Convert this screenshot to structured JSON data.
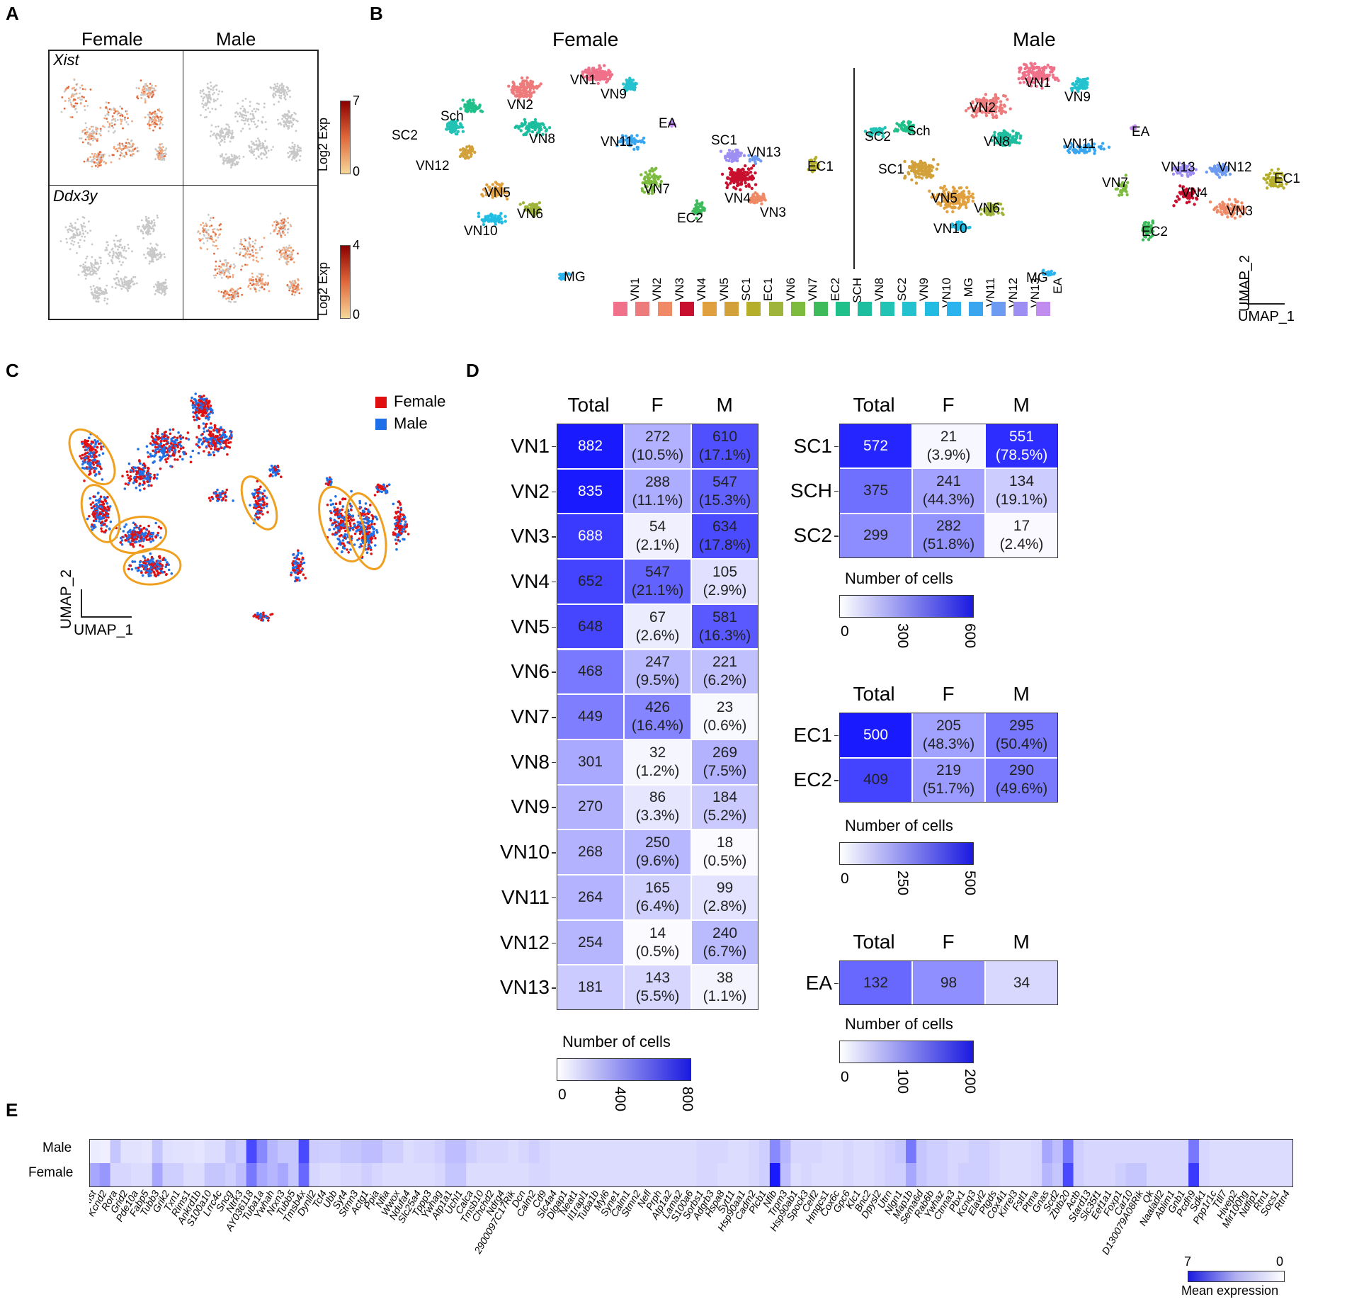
{
  "panels": {
    "A": "A",
    "B": "B",
    "C": "C",
    "D": "D",
    "E": "E"
  },
  "panelA": {
    "col_female": "Female",
    "col_male": "Male",
    "genes": [
      "Xist",
      "Ddx3y"
    ],
    "legend_title": "Log2 Exp",
    "scales": [
      {
        "max": "7",
        "min": "0"
      },
      {
        "max": "4",
        "min": "0"
      }
    ]
  },
  "panelB": {
    "female_title": "Female",
    "male_title": "Male",
    "female_labels": [
      "VN1",
      "VN9",
      "VN2",
      "EA",
      "Sch",
      "SC2",
      "VN8",
      "VN11",
      "VN12",
      "SC1",
      "VN13",
      "EC1",
      "VN5",
      "VN7",
      "VN4",
      "VN6",
      "EC2",
      "VN3",
      "VN10",
      "MG"
    ],
    "male_labels": [
      "VN1",
      "VN9",
      "VN2",
      "EA",
      "SC2",
      "Sch",
      "VN8",
      "VN11",
      "SC1",
      "VN7",
      "VN13",
      "VN12",
      "EC1",
      "VN4",
      "VN5",
      "VN6",
      "VN3",
      "VN10",
      "EC2",
      "MG"
    ],
    "axis_x": "UMAP_1",
    "axis_y": "UMAP_2",
    "legend": [
      {
        "label": "VN1",
        "color": "#F0718A"
      },
      {
        "label": "VN2",
        "color": "#EE7B7B"
      },
      {
        "label": "VN3",
        "color": "#F08A66"
      },
      {
        "label": "VN4",
        "color": "#C8102E"
      },
      {
        "label": "VN5",
        "color": "#E0A040"
      },
      {
        "label": "SC1",
        "color": "#D2A13A"
      },
      {
        "label": "EC1",
        "color": "#B5AE2A"
      },
      {
        "label": "VN6",
        "color": "#9FB43A"
      },
      {
        "label": "VN7",
        "color": "#7DBB3E"
      },
      {
        "label": "EC2",
        "color": "#3DBB5B"
      },
      {
        "label": "SCH",
        "color": "#20C08A"
      },
      {
        "label": "VN8",
        "color": "#1DBE9F"
      },
      {
        "label": "SC2",
        "color": "#22C3B5"
      },
      {
        "label": "VN9",
        "color": "#24C2CF"
      },
      {
        "label": "VN10",
        "color": "#22BCE2"
      },
      {
        "label": "MG",
        "color": "#2AB3EC"
      },
      {
        "label": "VN11",
        "color": "#3AA6F0"
      },
      {
        "label": "VN12",
        "color": "#6E9BF2"
      },
      {
        "label": "VN13",
        "color": "#9C8EF2"
      },
      {
        "label": "EA",
        "color": "#C08CF0"
      }
    ]
  },
  "panelC": {
    "legend": [
      {
        "label": "Female",
        "color": "#E01010"
      },
      {
        "label": "Male",
        "color": "#1F6FE8"
      }
    ],
    "axis_x": "UMAP_1",
    "axis_y": "UMAP_2"
  },
  "panelD": {
    "headers": [
      "Total",
      "F",
      "M"
    ],
    "legend_title": "Number of cells",
    "vn": {
      "rows": [
        {
          "label": "VN1",
          "total": "882",
          "f": "272",
          "fp": "(10.5%)",
          "m": "610",
          "mp": "(17.1%)"
        },
        {
          "label": "VN2",
          "total": "835",
          "f": "288",
          "fp": "(11.1%)",
          "m": "547",
          "mp": "(15.3%)"
        },
        {
          "label": "VN3",
          "total": "688",
          "f": "54",
          "fp": "(2.1%)",
          "m": "634",
          "mp": "(17.8%)"
        },
        {
          "label": "VN4",
          "total": "652",
          "f": "547",
          "fp": "(21.1%)",
          "m": "105",
          "mp": "(2.9%)"
        },
        {
          "label": "VN5",
          "total": "648",
          "f": "67",
          "fp": "(2.6%)",
          "m": "581",
          "mp": "(16.3%)"
        },
        {
          "label": "VN6",
          "total": "468",
          "f": "247",
          "fp": "(9.5%)",
          "m": "221",
          "mp": "(6.2%)"
        },
        {
          "label": "VN7",
          "total": "449",
          "f": "426",
          "fp": "(16.4%)",
          "m": "23",
          "mp": "(0.6%)"
        },
        {
          "label": "VN8",
          "total": "301",
          "f": "32",
          "fp": "(1.2%)",
          "m": "269",
          "mp": "(7.5%)"
        },
        {
          "label": "VN9",
          "total": "270",
          "f": "86",
          "fp": "(3.3%)",
          "m": "184",
          "mp": "(5.2%)"
        },
        {
          "label": "VN10",
          "total": "268",
          "f": "250",
          "fp": "(9.6%)",
          "m": "18",
          "mp": "(0.5%)"
        },
        {
          "label": "VN11",
          "total": "264",
          "f": "165",
          "fp": "(6.4%)",
          "m": "99",
          "mp": "(2.8%)"
        },
        {
          "label": "VN12",
          "total": "254",
          "f": "14",
          "fp": "(0.5%)",
          "m": "240",
          "mp": "(6.7%)"
        },
        {
          "label": "VN13",
          "total": "181",
          "f": "143",
          "fp": "(5.5%)",
          "m": "38",
          "mp": "(1.1%)"
        }
      ],
      "scale_ticks": [
        "0",
        "400",
        "800"
      ],
      "max": 800
    },
    "sc": {
      "rows": [
        {
          "label": "SC1",
          "total": "572",
          "f": "21",
          "fp": "(3.9%)",
          "m": "551",
          "mp": "(78.5%)"
        },
        {
          "label": "SCH",
          "total": "375",
          "f": "241",
          "fp": "(44.3%)",
          "m": "134",
          "mp": "(19.1%)"
        },
        {
          "label": "SC2",
          "total": "299",
          "f": "282",
          "fp": "(51.8%)",
          "m": "17",
          "mp": "(2.4%)"
        }
      ],
      "scale_ticks": [
        "0",
        "300",
        "600"
      ],
      "max": 600
    },
    "ec": {
      "rows": [
        {
          "label": "EC1",
          "total": "500",
          "f": "205",
          "fp": "(48.3%)",
          "m": "295",
          "mp": "(50.4%)"
        },
        {
          "label": "EC2",
          "total": "409",
          "f": "219",
          "fp": "(51.7%)",
          "m": "290",
          "mp": "(49.6%)"
        }
      ],
      "scale_ticks": [
        "0",
        "250",
        "500"
      ],
      "max": 500
    },
    "ea": {
      "rows": [
        {
          "label": "EA",
          "total": "132",
          "f": "98",
          "fp": "",
          "m": "34",
          "mp": ""
        }
      ],
      "scale_ticks": [
        "0",
        "100",
        "200"
      ],
      "max": 200
    }
  },
  "panelE": {
    "rows": [
      "Male",
      "Female"
    ],
    "legend_title": "Mean expression",
    "legend_ticks": [
      "7",
      "0"
    ],
    "genes": [
      "Xist",
      "Kcnd2",
      "Rora",
      "Grid2",
      "Pde10a",
      "Fabp5",
      "Tubb3",
      "Grik2",
      "Txn1",
      "Rims1",
      "Ankrd1b",
      "S100a10",
      "Lrrc4c",
      "Sncg",
      "Ntrk3",
      "AY036118",
      "Tuba1a",
      "Ywhah",
      "Nrxn3",
      "Tubb5",
      "Tmsb4x",
      "Dynll2",
      "Tcf4",
      "Ubb",
      "Syt4",
      "Stmn3",
      "Actg1",
      "Ppia",
      "Nfia",
      "Wwox",
      "Ndufa4",
      "Slc25a4",
      "Tppp3",
      "Ywhag",
      "Atp1a1",
      "Uchl1",
      "Calca",
      "Tmsb10",
      "Chchd2",
      "Ndrg4",
      "2900097C17Rik",
      "Dcn",
      "Calm2",
      "Cd9",
      "Slc4a4",
      "Dlgap1",
      "Neat1",
      "Il1rapl1",
      "Tuba1b",
      "Myl6",
      "Syne1",
      "Calm1",
      "Stmn2",
      "Nefl",
      "Prph",
      "Atp1a2",
      "Lama2",
      "S100a6",
      "Sorbs1",
      "Adgrb3",
      "Hspa8",
      "Syt11",
      "Hsp90aa1",
      "Cadm2",
      "Plcb1",
      "Nfib",
      "Trpm3",
      "Hsp90ab1",
      "Spock3",
      "Celf2",
      "Hmgcs1",
      "Cox6c",
      "Gpc6",
      "Klc1",
      "Bnc2",
      "Dpysl2",
      "Utrn",
      "Nlgn1",
      "Map1b",
      "Sema6d",
      "Rab6b",
      "Ywhaz",
      "Ctnna3",
      "Pbx1",
      "Kcnq3",
      "Elavl2",
      "Ptgds",
      "Cox4i1",
      "Kirrel3",
      "Fstl1",
      "Ptma",
      "Gnas",
      "Scd2",
      "Zbtb20",
      "Actb",
      "Stard13",
      "Slc35f1",
      "Eef1a1",
      "Foxp1",
      "Car10",
      "D130079A08Rik",
      "Qk",
      "Naaladl2",
      "Ablim1",
      "Gnb1",
      "Pcdh9",
      "Sdk1",
      "Ppp1r1c",
      "Ttll7",
      "Hivep2",
      "Mir100hg",
      "Ndfip1",
      "Rtn1",
      "Socs1",
      "Rtn4"
    ],
    "male_values": [
      0.3,
      0.2,
      1.5,
      0.6,
      0.6,
      0.5,
      1.5,
      0.7,
      0.6,
      0.6,
      0.5,
      0.8,
      0.8,
      1.5,
      1.2,
      5.5,
      3.5,
      2.0,
      1.5,
      1.5,
      5.5,
      1.3,
      1.2,
      1.2,
      1.5,
      1.5,
      1.8,
      1.8,
      1.2,
      1.2,
      0.8,
      1.0,
      1.0,
      1.2,
      1.8,
      1.8,
      1.2,
      1.0,
      1.0,
      1.0,
      0.8,
      1.0,
      1.2,
      1.0,
      0.8,
      0.8,
      0.8,
      0.8,
      0.8,
      0.8,
      0.8,
      0.8,
      0.8,
      0.8,
      0.8,
      0.8,
      0.8,
      0.8,
      1.0,
      1.0,
      1.0,
      0.8,
      0.8,
      1.0,
      1.2,
      3.5,
      2.0,
      1.0,
      1.0,
      1.0,
      0.8,
      0.8,
      1.0,
      0.8,
      0.8,
      1.0,
      1.2,
      1.5,
      4.0,
      1.5,
      1.2,
      1.2,
      1.0,
      1.0,
      1.2,
      1.2,
      1.0,
      0.8,
      0.8,
      0.8,
      1.0,
      2.5,
      1.8,
      4.0,
      1.2,
      1.0,
      1.0,
      1.0,
      1.0,
      1.0,
      1.0,
      1.0,
      1.0,
      1.0,
      1.0,
      4.0,
      1.0,
      0.8,
      0.8,
      0.8,
      0.8,
      0.8,
      0.8,
      0.8,
      0.8
    ],
    "female_values": [
      2.5,
      3.0,
      1.0,
      1.0,
      0.8,
      0.8,
      2.5,
      1.2,
      1.2,
      0.8,
      0.8,
      1.5,
      1.5,
      1.2,
      1.8,
      4.0,
      2.5,
      2.0,
      2.5,
      1.5,
      4.5,
      1.0,
      0.8,
      0.8,
      1.0,
      1.0,
      1.2,
      1.0,
      0.8,
      0.8,
      0.8,
      0.8,
      0.8,
      1.0,
      1.5,
      1.5,
      0.8,
      0.8,
      0.8,
      0.8,
      0.8,
      0.8,
      1.0,
      1.0,
      0.8,
      0.8,
      0.8,
      0.8,
      0.8,
      0.8,
      0.8,
      0.8,
      0.8,
      0.8,
      0.8,
      0.8,
      0.8,
      0.8,
      1.0,
      1.0,
      0.8,
      0.8,
      0.8,
      1.0,
      1.2,
      7.0,
      1.8,
      0.8,
      1.0,
      0.8,
      0.8,
      0.8,
      1.0,
      0.8,
      0.8,
      1.0,
      1.2,
      1.2,
      2.5,
      1.5,
      1.2,
      1.2,
      1.0,
      1.2,
      1.2,
      1.2,
      1.0,
      0.8,
      0.8,
      0.8,
      1.0,
      2.0,
      1.5,
      5.5,
      1.2,
      1.0,
      1.0,
      1.0,
      1.2,
      1.5,
      1.5,
      1.0,
      1.0,
      1.0,
      1.0,
      6.0,
      1.0,
      0.8,
      0.8,
      0.8,
      0.8,
      0.8,
      0.8,
      0.8,
      0.8
    ]
  }
}
